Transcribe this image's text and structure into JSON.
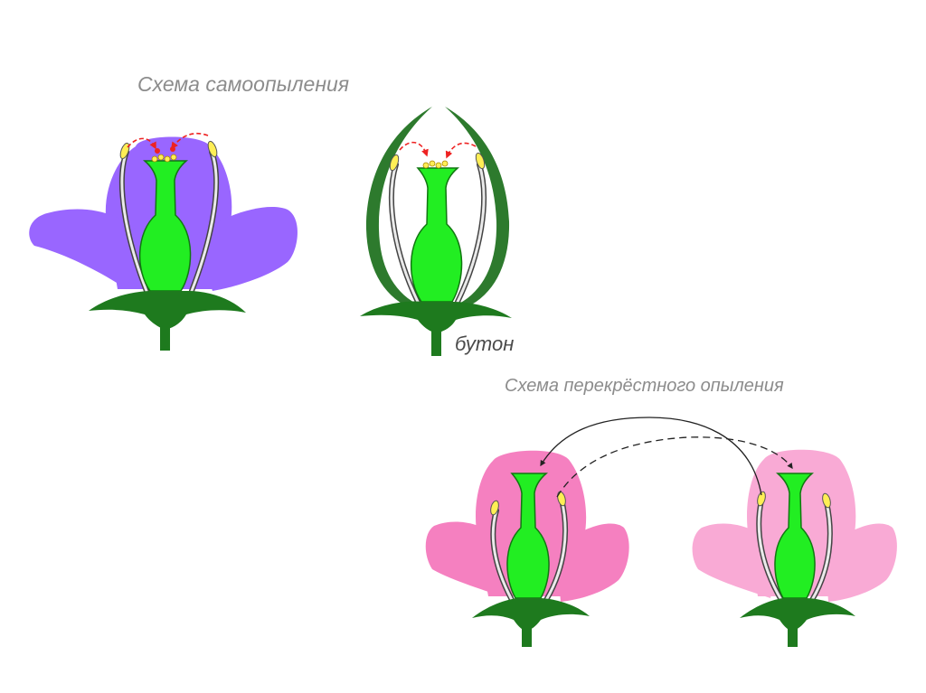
{
  "labels": {
    "self_pollination_title": "Схема самоопыления",
    "bud_label": "бутон",
    "cross_pollination_title": "Схема перекрёстного опыления"
  },
  "colors": {
    "petal_purple": "#9966ff",
    "petal_pink_left": "#f580c0",
    "petal_pink_right": "#f9aad5",
    "pistil_green": "#22ee22",
    "stem_green": "#1e7a1e",
    "bud_sepal_green": "#2d7a2d",
    "anther_yellow": "#ffee55",
    "arrow_red": "#ee2222",
    "label_gray": "#8c8c8c"
  },
  "icons": [
    "flower-icon",
    "bud-icon",
    "pollen-arrow-icon"
  ]
}
